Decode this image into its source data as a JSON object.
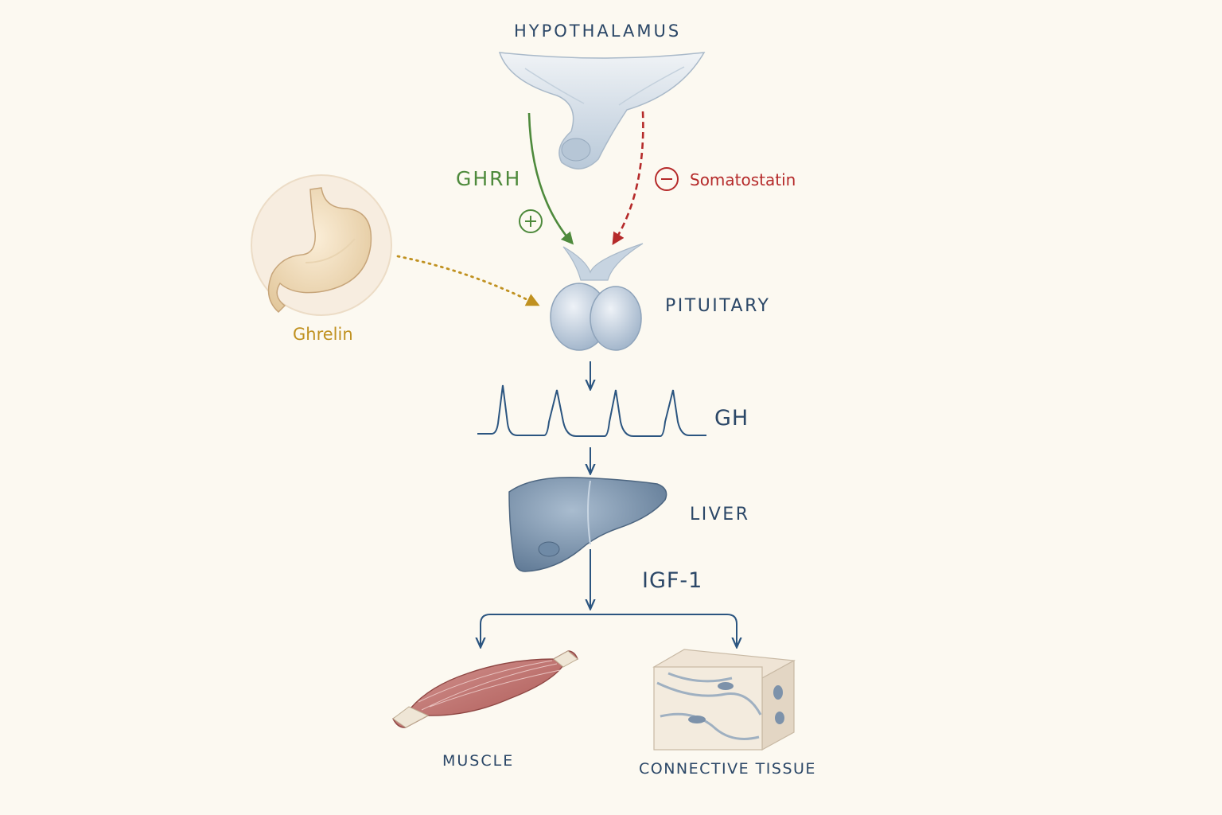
{
  "labels": {
    "hypothalamus": "HYPOTHALAMUS",
    "pituitary": "PITUITARY",
    "liver": "LIVER",
    "muscle": "MUSCLE",
    "connective_tissue": "CONNECTIVE TISSUE"
  },
  "signals": {
    "ghrh": "GHRH",
    "somatostatin": "Somatostatin",
    "ghrelin": "Ghrelin",
    "gh": "GH",
    "igf1": "IGF-1"
  },
  "colors": {
    "background": "#fcf9f1",
    "stimulatory": "#4e8a3c",
    "inhibitory": "#b52a2a",
    "ghrelin": "#c09120",
    "flow": "#2b5580",
    "text": "#2b4767"
  }
}
